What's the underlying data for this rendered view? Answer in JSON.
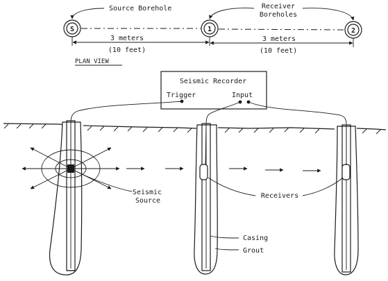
{
  "plan_view": {
    "source_label": "Source Borehole",
    "receiver_label_line1": "Receiver",
    "receiver_label_line2": "Boreholes",
    "source_symbol": "S",
    "receiver1_symbol": "1",
    "receiver2_symbol": "2",
    "dist1_m": "3 meters",
    "dist1_ft": "(10 feet)",
    "dist2_m": "3 meters",
    "dist2_ft": "(10 feet)",
    "caption": "PLAN VIEW"
  },
  "section": {
    "recorder_title": "Seismic Recorder",
    "trigger_label": "Trigger",
    "input_label": "Input",
    "source_label_line1": "Seismic",
    "source_label_line2": "Source",
    "receivers_label": "Receivers",
    "casing_label": "Casing",
    "grout_label": "Grout"
  },
  "colors": {
    "ink": "#1a1a1a",
    "paper": "#ffffff"
  }
}
